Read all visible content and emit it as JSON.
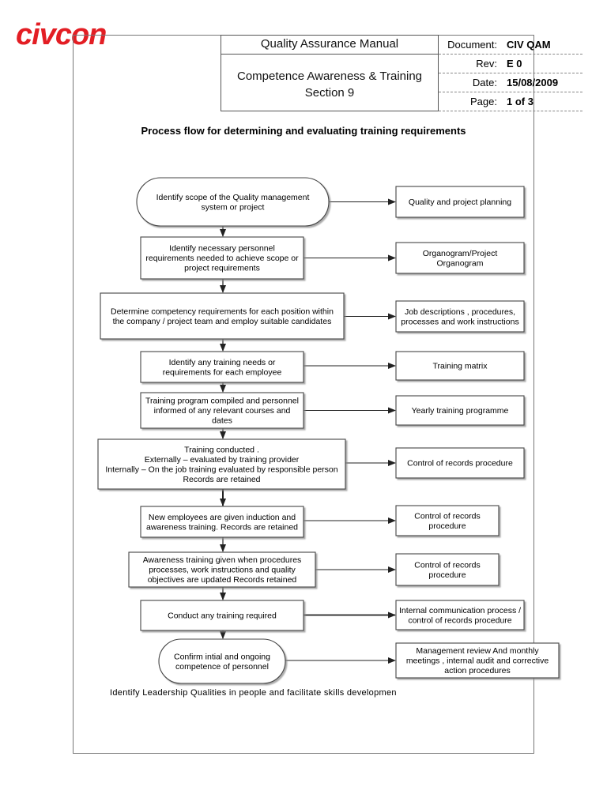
{
  "logo": {
    "text": "civcon",
    "color": "#e31e24"
  },
  "header": {
    "manual_title": "Quality Assurance Manual",
    "section_line1": "Competence Awareness & Training",
    "section_line2": "Section 9",
    "meta": [
      {
        "label": "Document:",
        "value": "CIV QAM"
      },
      {
        "label": "Rev:",
        "value": "E 0"
      },
      {
        "label": "Date:",
        "value": "15/08/2009"
      },
      {
        "label": "Page:",
        "value": "1 of 3"
      }
    ]
  },
  "heading": "Process flow for determining and evaluating training requirements",
  "flow": {
    "steps": [
      {
        "lines": [
          "Identify scope of the Quality management",
          "system or project"
        ]
      },
      {
        "lines": [
          "Identify necessary personnel",
          "requirements needed to achieve scope or",
          "project requirements"
        ]
      },
      {
        "lines": [
          "Determine competency requirements for each position within",
          "the company  / project team and employ suitable candidates"
        ]
      },
      {
        "lines": [
          "Identify any training needs or",
          "requirements for each employee"
        ]
      },
      {
        "lines": [
          "Training program compiled and personnel",
          "informed of any relevant courses and",
          "dates"
        ]
      },
      {
        "lines": [
          "Training conducted .",
          "Externally  – evaluated by training provider",
          "Internally  – On the job training evaluated by responsible person",
          "Records are retained"
        ]
      },
      {
        "lines": [
          "New employees are given induction and",
          "awareness training. Records are retained"
        ]
      },
      {
        "lines": [
          "Awareness training given when procedures",
          "processes, work instructions and quality",
          "objectives are updated Records retained"
        ]
      },
      {
        "lines": [
          "Conduct any training required"
        ]
      },
      {
        "lines": [
          "Confirm intial and ongoing",
          "competence of personnel"
        ]
      }
    ],
    "outputs": [
      {
        "lines": [
          "Quality and project planning"
        ]
      },
      {
        "lines": [
          "Organogram/Project",
          "Organogram"
        ]
      },
      {
        "lines": [
          "Job descriptions , procedures,",
          "processes and work instructions"
        ]
      },
      {
        "lines": [
          "Training matrix"
        ]
      },
      {
        "lines": [
          "Yearly training programme"
        ]
      },
      {
        "lines": [
          "Control of records procedure"
        ]
      },
      {
        "lines": [
          "Control of records",
          "procedure"
        ]
      },
      {
        "lines": [
          "Control of records",
          "procedure"
        ]
      },
      {
        "lines": [
          "Internal communication process  /",
          "control of records procedure"
        ]
      },
      {
        "lines": [
          "Management review  And monthly",
          "meetings , internal audit and corrective",
          "action procedures"
        ]
      }
    ]
  },
  "footer_note": "Identify Leadership Qualities in people and facilitate skills developmen"
}
